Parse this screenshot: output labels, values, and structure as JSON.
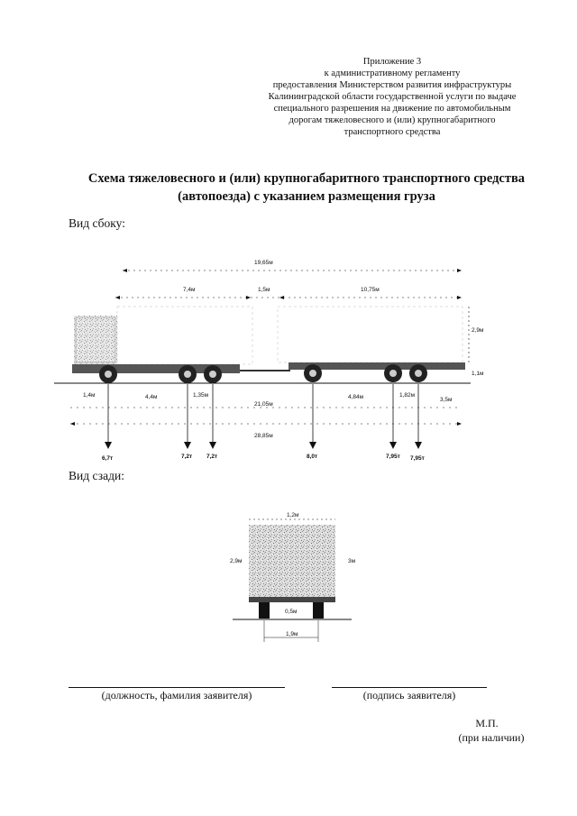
{
  "appendix": {
    "lines": [
      "Приложение 3",
      "к административному регламенту",
      "предоставления Министерством развития инфраструктуры",
      "Калининградской области государственной услуги по выдаче",
      "специального разрешения на движение по автомобильным",
      "дорогам тяжеловесного и (или) крупногабаритного",
      "транспортного средства"
    ]
  },
  "title": {
    "line1": "Схема тяжеловесного и (или) крупногабаритного транспортного средства",
    "line2": "(автопоезда) с указанием размещения груза"
  },
  "side_view": {
    "label": "Вид сбоку:",
    "dims": {
      "total": "19,65м",
      "truck": "7,4м",
      "gap": "1,5м",
      "trailer": "10,75м",
      "height": "2,9м",
      "bed": "1,1м",
      "front_overhang": "1,4м",
      "axle_1_2": "4,4м",
      "axle_2_3": "1,35м",
      "axle_4_5": "4,84м",
      "axle_5_6": "1,82м",
      "rear_overhang": "3,5м",
      "wheelbase": "21,05м",
      "overall": "28,85м"
    },
    "loads": [
      "6,7т",
      "7,2т",
      "7,2т",
      "8,0т",
      "7,95т",
      "7,95т"
    ]
  },
  "rear_view": {
    "label": "Вид сзади:",
    "dims": {
      "width": "1,2м",
      "h_left": "2,9м",
      "h_right": "3м",
      "track": "1,9м",
      "gap": "0,5м"
    }
  },
  "signatures": {
    "applicant": "(должность, фамилия заявителя)",
    "signature": "(подпись заявителя)",
    "seal": "М.П.",
    "seal_note": "(при наличии)"
  }
}
